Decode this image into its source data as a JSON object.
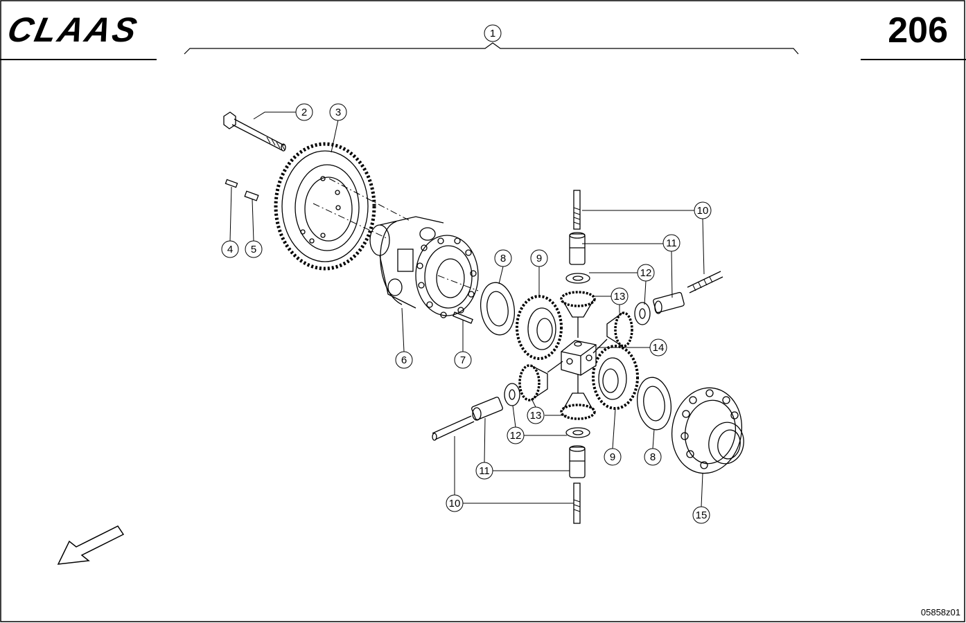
{
  "header": {
    "brand": "CLAAS",
    "page_number": "206"
  },
  "footer": {
    "drawing_code": "05858z01"
  },
  "callouts": [
    "1",
    "2",
    "3",
    "4",
    "5",
    "6",
    "7",
    "8",
    "9",
    "10",
    "11",
    "12",
    "13",
    "14",
    "15"
  ],
  "colors": {
    "line": "#000000",
    "background": "#ffffff"
  }
}
